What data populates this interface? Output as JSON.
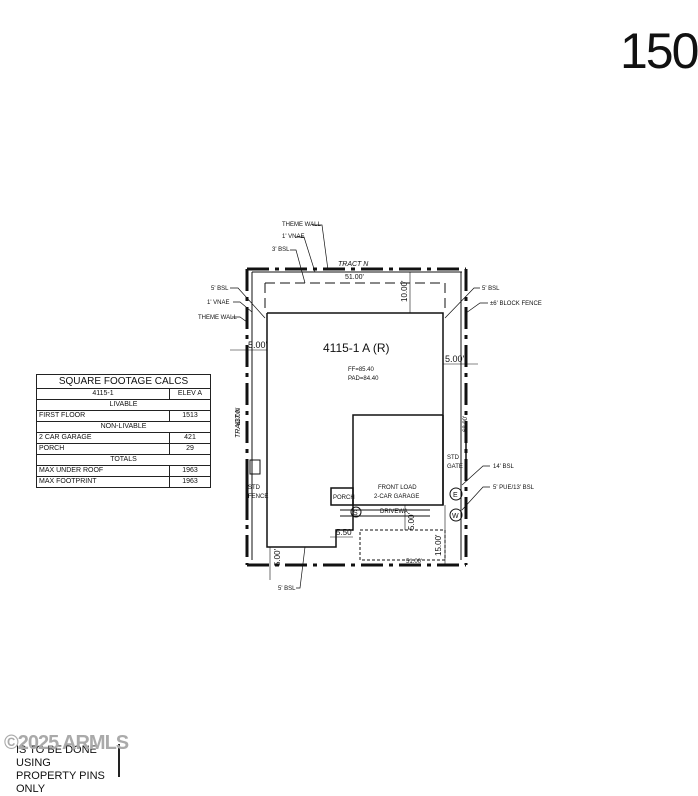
{
  "lot_number": "150",
  "plan": {
    "title": "4115-1 A (R)",
    "ff": "FF=85.40",
    "pad": "PAD=84.40"
  },
  "labels": {
    "tract_top": "TRACT N",
    "tract_left": "TRACT N",
    "theme_wall_top": "THEME WALL",
    "vnae_top": "1' VNAE",
    "bsl_top": "3' BSL",
    "bsl_left": "5' BSL",
    "vnae_left": "1' VNAE",
    "theme_wall_left": "THEME WALL",
    "bsl_right": "5' BSL",
    "block_fence": "±6' BLOCK FENCE",
    "std_fence": "STD\nFENCE",
    "std_gate": "STD\nGATE",
    "bsl_14": "14' BSL",
    "pue": "5' PUE/13' BSL",
    "porch": "PORCH",
    "front_load": "FRONT LOAD",
    "car_garage": "2-CAR GARAGE",
    "driveway": "DRIVEWA",
    "bsl_bottom": "5' BSL",
    "sewer": "S",
    "electric": "E",
    "water": "W"
  },
  "dimensions": {
    "top_width": "51.00'",
    "bottom_width": "51.00'",
    "rear_setback": "10.00'",
    "left_setback": "5.00'",
    "right_setback": "5.00'",
    "right_depth": "68.00'",
    "left_depth": "68.00'",
    "driveway_setback": "5.00'",
    "garage_offset": "5.50'",
    "front_setback": "15.00'",
    "bottom_left_setback": "5.00'"
  },
  "table": {
    "title": "SQUARE FOOTAGE CALCS",
    "header": [
      "4115-1",
      "ELEV A"
    ],
    "sections": [
      {
        "name": "LIVABLE",
        "rows": [
          [
            "FIRST FLOOR",
            "1513"
          ]
        ]
      },
      {
        "name": "NON-LIVABLE",
        "rows": [
          [
            "2 CAR GARAGE",
            "421"
          ],
          [
            "PORCH",
            "29"
          ]
        ]
      },
      {
        "name": "TOTALS",
        "rows": [
          [
            "MAX UNDER ROOF",
            "1963"
          ],
          [
            "MAX FOOTPRINT",
            "1963"
          ]
        ]
      }
    ]
  },
  "watermark": "©2025 ARMLS",
  "note": [
    "IS TO BE DONE USING",
    "PROPERTY PINS ONLY"
  ]
}
